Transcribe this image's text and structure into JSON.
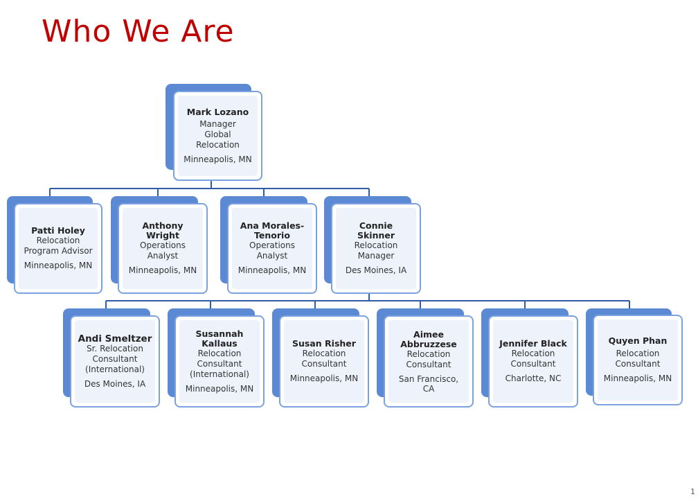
{
  "title": "Who We Are",
  "slide_number": "1",
  "root": {
    "name": "Mark Lozano",
    "title": "Manager\nGlobal\nRelocation",
    "location": "Minneapolis,  MN"
  },
  "level1": [
    {
      "name": "Patti Holey",
      "title": "Relocation\nProgram Advisor",
      "location": "Minneapolis,  MN"
    },
    {
      "name": "Anthony\nWright",
      "title": "Operations\nAnalyst",
      "location": "Minneapolis,  MN"
    },
    {
      "name": "Ana Morales-\nTenorio",
      "title": "Operations\nAnalyst",
      "location": "Minneapolis,  MN"
    },
    {
      "name": "Connie\nSkinner",
      "title": "Relocation\nManager",
      "location": "Des Moines, IA"
    }
  ],
  "level2": [
    {
      "name": "Andi Smeltzer",
      "title": "Sr. Relocation\nConsultant\n(International)",
      "location": "Des Moines, IA"
    },
    {
      "name": "Susannah\nKallaus",
      "title": "Relocation\nConsultant\n(International)",
      "location": "Minneapolis,  MN"
    },
    {
      "name": "Susan Risher",
      "title": "Relocation\nConsultant",
      "location": "Minneapolis,  MN"
    },
    {
      "name": "Aimee\nAbbruzzese",
      "title": "Relocation\nConsultant",
      "location": "San Francisco,\nCA"
    },
    {
      "name": "Jennifer Black",
      "title": "Relocation\nConsultant",
      "location": "Charlotte, NC"
    },
    {
      "name": "Quyen Phan",
      "title": "Relocation\nConsultant",
      "location": "Minneapolis,  MN"
    }
  ]
}
